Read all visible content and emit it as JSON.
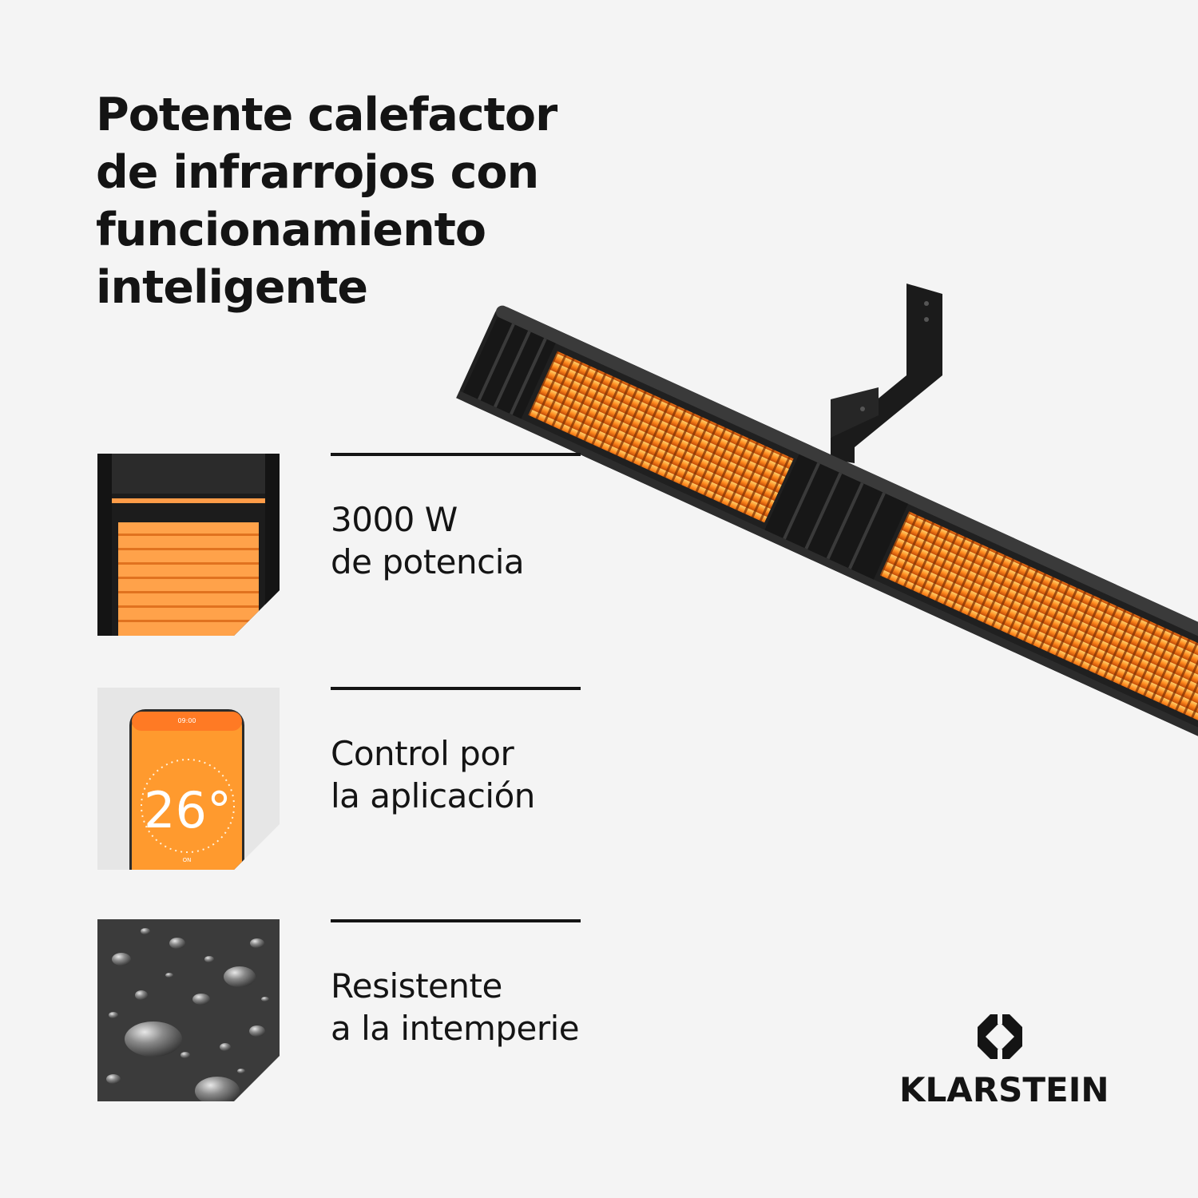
{
  "headline": {
    "lines": [
      "Potente calefactor",
      "de infrarrojos con",
      "funcionamiento",
      "inteligente"
    ]
  },
  "features": [
    {
      "icon": "heater-element-icon",
      "lines": [
        "3000 W",
        "de potencia"
      ]
    },
    {
      "icon": "smartphone-app-icon",
      "lines": [
        "Control por",
        "la aplicación"
      ]
    },
    {
      "icon": "water-droplets-icon",
      "lines": [
        "Resistente",
        "a la intemperie"
      ]
    }
  ],
  "phone": {
    "time": "09:00",
    "temperature": "26°",
    "status": "ON"
  },
  "brand": {
    "name": "KLARSTEIN"
  },
  "colors": {
    "background": "#f4f4f4",
    "text": "#141414",
    "heat_glow": "#ff8a1f",
    "app_orange": "#ff9a2e"
  }
}
